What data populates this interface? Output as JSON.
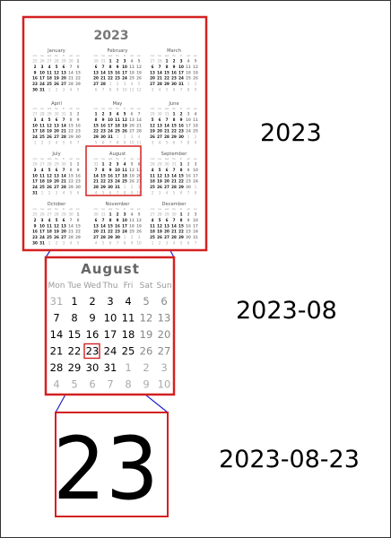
{
  "year_calendar": {
    "title": "2023",
    "weekday_abbr": [
      "mon",
      "tue",
      "wed",
      "thu",
      "fri",
      "sat",
      "sun"
    ],
    "months": [
      {
        "name": "January",
        "first": 6,
        "days": 31,
        "prev_days": 30
      },
      {
        "name": "February",
        "first": 2,
        "days": 28,
        "prev_days": 31
      },
      {
        "name": "March",
        "first": 2,
        "days": 31,
        "prev_days": 28
      },
      {
        "name": "April",
        "first": 5,
        "days": 30,
        "prev_days": 31
      },
      {
        "name": "May",
        "first": 0,
        "days": 31,
        "prev_days": 30
      },
      {
        "name": "June",
        "first": 3,
        "days": 30,
        "prev_days": 31
      },
      {
        "name": "July",
        "first": 5,
        "days": 31,
        "prev_days": 30
      },
      {
        "name": "August",
        "first": 1,
        "days": 31,
        "prev_days": 31
      },
      {
        "name": "September",
        "first": 4,
        "days": 30,
        "prev_days": 31
      },
      {
        "name": "October",
        "first": 6,
        "days": 31,
        "prev_days": 30
      },
      {
        "name": "November",
        "first": 2,
        "days": 30,
        "prev_days": 31
      },
      {
        "name": "December",
        "first": 4,
        "days": 31,
        "prev_days": 30
      }
    ]
  },
  "month_calendar": {
    "title": "August",
    "weekdays": [
      "Mon",
      "Tue",
      "Wed",
      "Thu",
      "Fri",
      "Sat",
      "Sun"
    ],
    "weeks": [
      [
        "31",
        "1",
        "2",
        "3",
        "4",
        "5",
        "6"
      ],
      [
        "7",
        "8",
        "9",
        "10",
        "11",
        "12",
        "13"
      ],
      [
        "14",
        "15",
        "16",
        "17",
        "18",
        "19",
        "20"
      ],
      [
        "21",
        "22",
        "23",
        "24",
        "25",
        "26",
        "27"
      ],
      [
        "28",
        "29",
        "30",
        "31",
        "1",
        "2",
        "3"
      ],
      [
        "4",
        "5",
        "6",
        "7",
        "8",
        "9",
        "10"
      ]
    ],
    "highlighted_day": "23"
  },
  "day_view": {
    "value": "23"
  },
  "labels": {
    "year": "2023",
    "month": "2023-08",
    "day": "2023-08-23"
  },
  "colors": {
    "highlight_border": "#d42020",
    "connector": "#2222cc",
    "weekday_text": "#333333",
    "weekend_text": "#888888",
    "muted_text": "#aaaaaa",
    "title_text": "#777777"
  }
}
